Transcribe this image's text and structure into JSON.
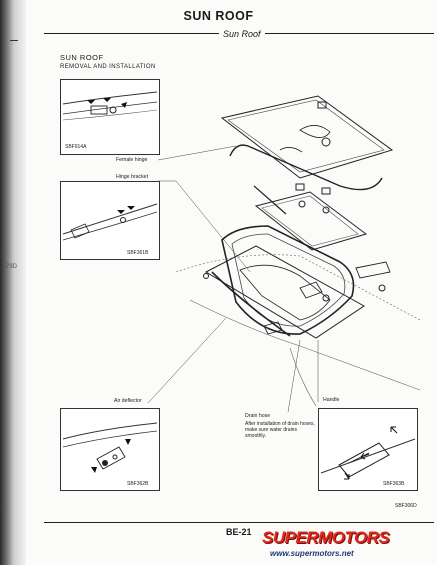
{
  "header": {
    "title": "SUN ROOF",
    "subtitle": "Sun Roof"
  },
  "section": {
    "title": "SUN ROOF",
    "subtitle": "REMOVAL AND INSTALLATION"
  },
  "margin_number": "79D",
  "insets": {
    "top_code": "SBF914A",
    "mid_code": "SBF361B",
    "lower_left_code": "SBF362B",
    "lower_right_code": "SBF363B"
  },
  "labels": {
    "female_hinge": "Female hinge",
    "hinge_bracket": "Hinge bracket",
    "air_deflector": "Air deflector",
    "drain_hose": "Drain hose",
    "handle": "Handle",
    "drain_note": "After installation of drain hoses, make sure water drains smoothly."
  },
  "figure_code": "SBF306D",
  "page_number": "BE-21",
  "watermark": {
    "brand": "SUPERMOTORS",
    "url": "www.supermotors.net"
  }
}
